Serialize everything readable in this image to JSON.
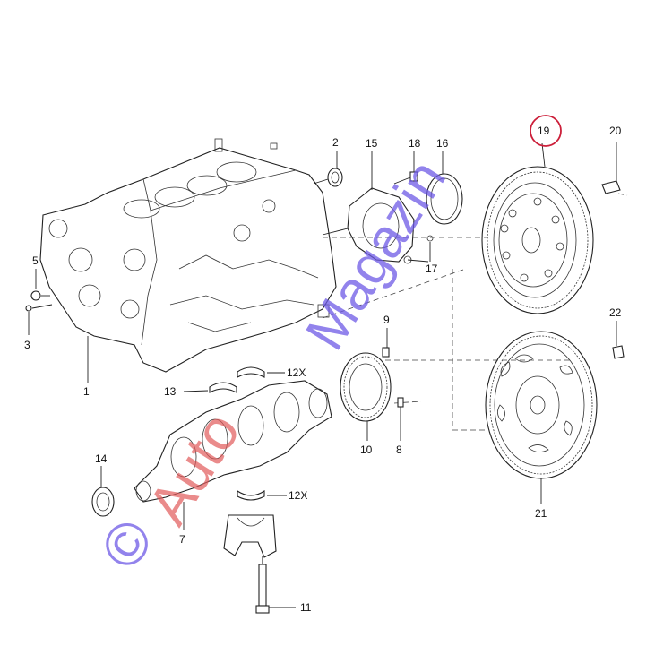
{
  "callouts": {
    "c1": "1",
    "c2": "2",
    "c3": "3",
    "c5": "5",
    "c7": "7",
    "c8": "8",
    "c9": "9",
    "c10": "10",
    "c11": "11",
    "c12a": "12X",
    "c12b": "12X",
    "c13": "13",
    "c14": "14",
    "c15": "15",
    "c16": "16",
    "c17": "17",
    "c18": "18",
    "c19": "19",
    "c20": "20",
    "c21": "21",
    "c22": "22"
  },
  "highlight": {
    "target": "19",
    "color": "#cc1f3a"
  },
  "watermark": {
    "symbol": "©",
    "text_red": "Auto",
    "text_blue": "Magazin",
    "color_blue": "#6e5ae6",
    "color_red": "#e15a5a"
  }
}
